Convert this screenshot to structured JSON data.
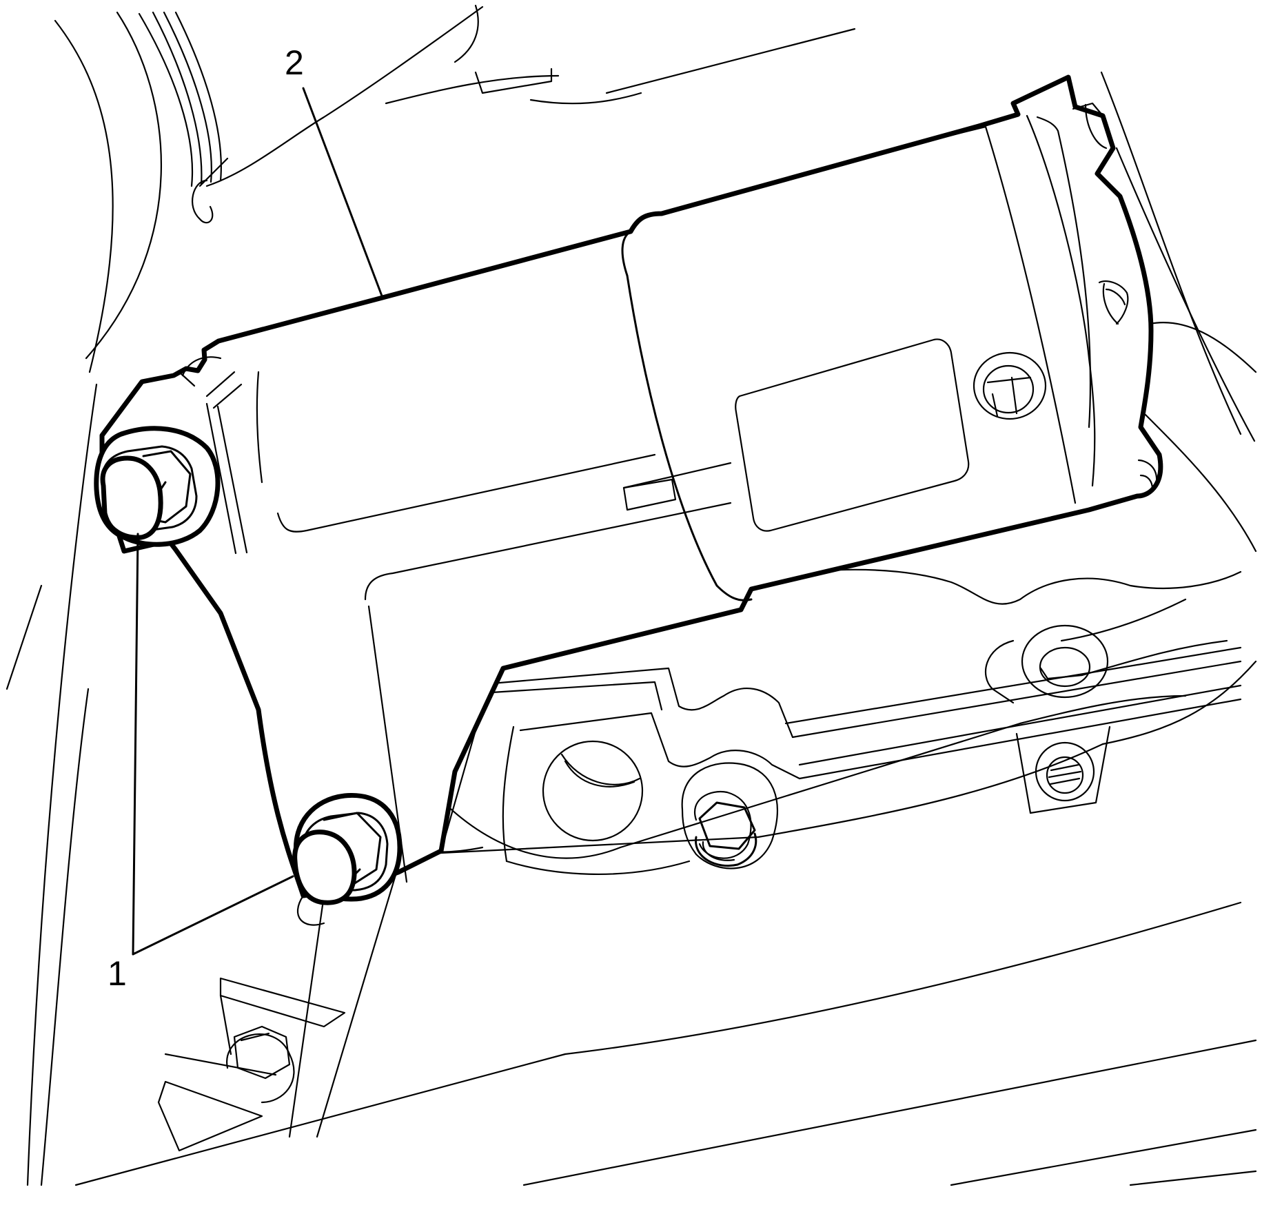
{
  "figure": {
    "callouts": [
      {
        "id": "1",
        "label": "1"
      },
      {
        "id": "2",
        "label": "2"
      }
    ]
  },
  "colors": {
    "background": "#ffffff",
    "lines": "#000000"
  }
}
